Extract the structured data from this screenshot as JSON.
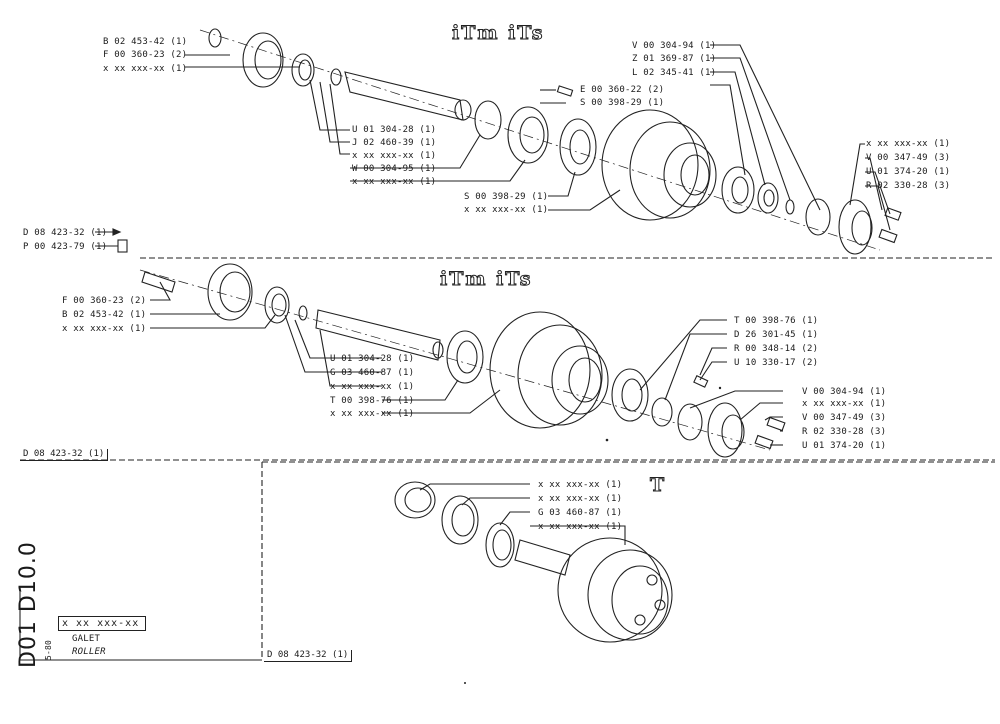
{
  "logos": {
    "upper": "iTm iTs",
    "middle": "iTm iTs",
    "lower": "T"
  },
  "upper": {
    "left_labels": [
      "B 02 453-42 (1)",
      "F 00 360-23 (2)",
      "x xx xxx-xx (1)"
    ],
    "center_labels": [
      "U 01 304-28 (1)",
      "J 02 460-39 (1)",
      "x xx xxx-xx (1)",
      "W 00 304-95 (1)",
      "x xx xxx-xx (1)"
    ],
    "top_center_labels": [
      "E 00 360-22 (2)",
      "S 00 398-29 (1)"
    ],
    "bottom_labels": [
      "S 00 398-29 (1)",
      "x xx xxx-xx (1)"
    ],
    "top_right_labels": [
      "V 00 304-94 (1)",
      "Z 01 369-87 (1)",
      "L 02 345-41 (1)"
    ],
    "right_labels": [
      "x xx xxx-xx (1)",
      "V 00 347-49 (3)",
      "U 01 374-20 (1)",
      "R 02 330-28 (3)"
    ]
  },
  "divider_refs": [
    "D 08 423-32 (1)",
    "P 00 423-79 (1)"
  ],
  "middle": {
    "left_labels": [
      "F 00 360-23 (2)",
      "B 02 453-42 (1)",
      "x xx xxx-xx (1)"
    ],
    "center_labels": [
      "U 01 304-28 (1)",
      "G 03 460-87 (1)",
      "x xx xxx-xx (1)",
      "T 00 398-76 (1)",
      "x xx xxx-xx (1)"
    ],
    "top_right_labels": [
      "T 00 398-76 (1)",
      "D 26 301-45 (1)",
      "R 00 348-14 (2)",
      "U 10 330-17 (2)"
    ],
    "right_labels": [
      "V 00 304-94 (1)",
      "x xx xxx-xx (1)",
      "V 00 347-49 (3)",
      "R 02 330-28 (3)",
      "U 01 374-20 (1)"
    ],
    "ref": "D 08 423-32 (1)"
  },
  "lower": {
    "labels": [
      "x xx xxx-xx (1)",
      "x xx xxx-xx (1)",
      "G 03 460-87 (1)",
      "x xx xxx-xx (1)"
    ],
    "ref": "D 08 423-32 (1)"
  },
  "title_block": {
    "doc_code": "D01 D10.0",
    "part_number": "x xx xxx-xx",
    "date": "5-80",
    "name_fr": "GALET",
    "name_en": "ROLLER"
  }
}
